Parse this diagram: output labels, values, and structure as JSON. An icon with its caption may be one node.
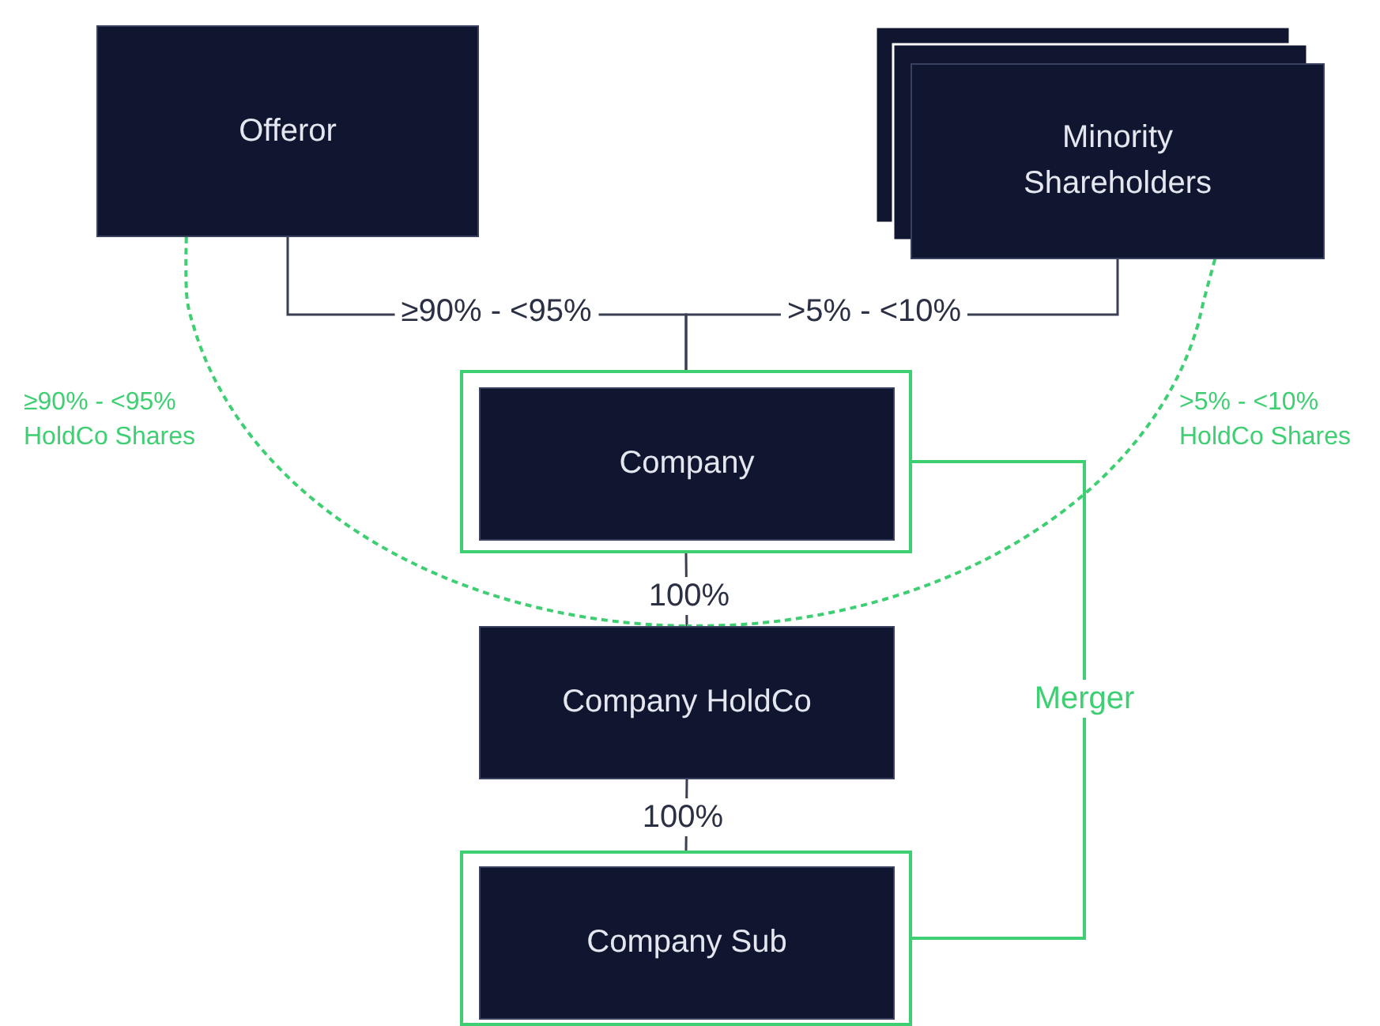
{
  "diagram": {
    "nodes": [
      {
        "text": [
          "Offeror"
        ]
      },
      {
        "text": [
          "Minority Shareholders"
        ]
      },
      {
        "text": [],
        "shape": "box"
      },
      {
        "text": [
          "Company"
        ],
        "in": 2
      },
      {
        "text": [
          "Company HoldCo"
        ]
      },
      {
        "text": [],
        "shape": "box"
      },
      {
        "text": [
          "Company Sub"
        ],
        "in": 5
      }
    ],
    "edges": [
      {
        "from": 0,
        "to": 2,
        "arrow": "none",
        "label": "≥90% - <95%"
      },
      {
        "from": 1,
        "to": 2,
        "arrow": "none",
        "label": ">5% - <10%"
      },
      {
        "from": 2,
        "to": 4,
        "arrow": "none",
        "label": "100%"
      },
      {
        "from": 4,
        "to": 5,
        "arrow": "none",
        "label": "100%"
      },
      {
        "from": 2,
        "to": 5,
        "arrow": "none",
        "label": "Merger",
        "color": "#3fcf73"
      },
      {
        "from": 0,
        "to": 4,
        "arrow": "none",
        "style": "dashed",
        "color": "#3fcf73"
      },
      {
        "from": 1,
        "to": 4,
        "arrow": "none",
        "style": "dashed",
        "color": "#3fcf73"
      }
    ],
    "labels": [
      "≥90% - <95% HoldCo Shares",
      ">5% - <10% HoldCo Shares"
    ]
  }
}
